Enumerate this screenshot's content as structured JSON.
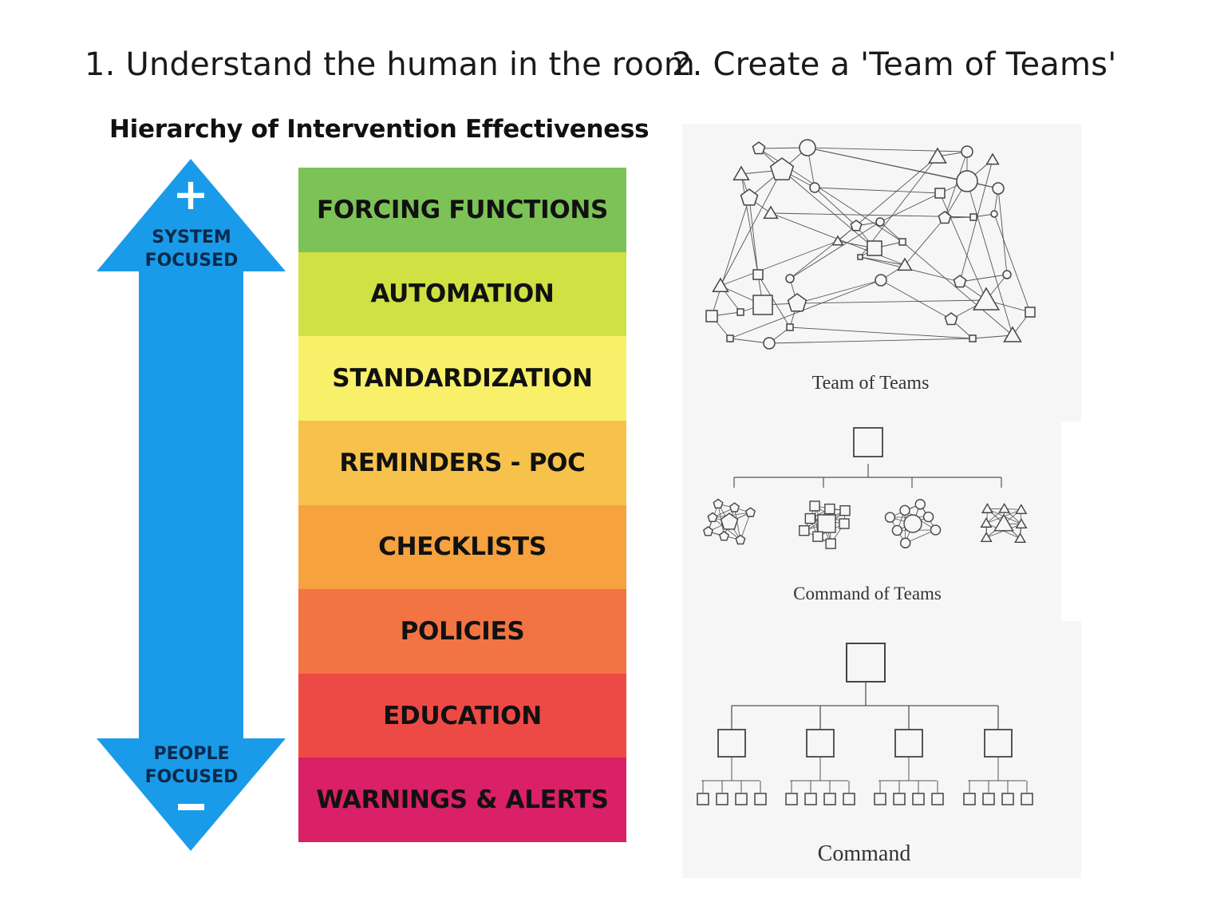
{
  "headings": {
    "left": "1. Understand the human in the room",
    "right": "2. Create a 'Team of Teams'"
  },
  "hierarchy": {
    "title": "Hierarchy of Intervention Effectiveness",
    "top_symbol": "+",
    "top_label_line1": "SYSTEM",
    "top_label_line2": "FOCUSED",
    "bottom_label_line1": "PEOPLE",
    "bottom_label_line2": "FOCUSED",
    "bottom_symbol": "−",
    "arrow_color": "#1a9bea",
    "levels": [
      {
        "label": "FORCING FUNCTIONS",
        "color": "#7dc257"
      },
      {
        "label": "AUTOMATION",
        "color": "#cfe143"
      },
      {
        "label": "STANDARDIZATION",
        "color": "#f8f069"
      },
      {
        "label": "REMINDERS - POC",
        "color": "#f6c24b"
      },
      {
        "label": "CHECKLISTS",
        "color": "#f5a23f"
      },
      {
        "label": "POLICIES",
        "color": "#f37443"
      },
      {
        "label": "EDUCATION",
        "color": "#ee4a45"
      },
      {
        "label": "WARNINGS & ALERTS",
        "color": "#da2066"
      }
    ]
  },
  "org_diagrams": [
    {
      "caption": "Team of Teams"
    },
    {
      "caption": "Command of Teams"
    },
    {
      "caption": "Command"
    }
  ]
}
